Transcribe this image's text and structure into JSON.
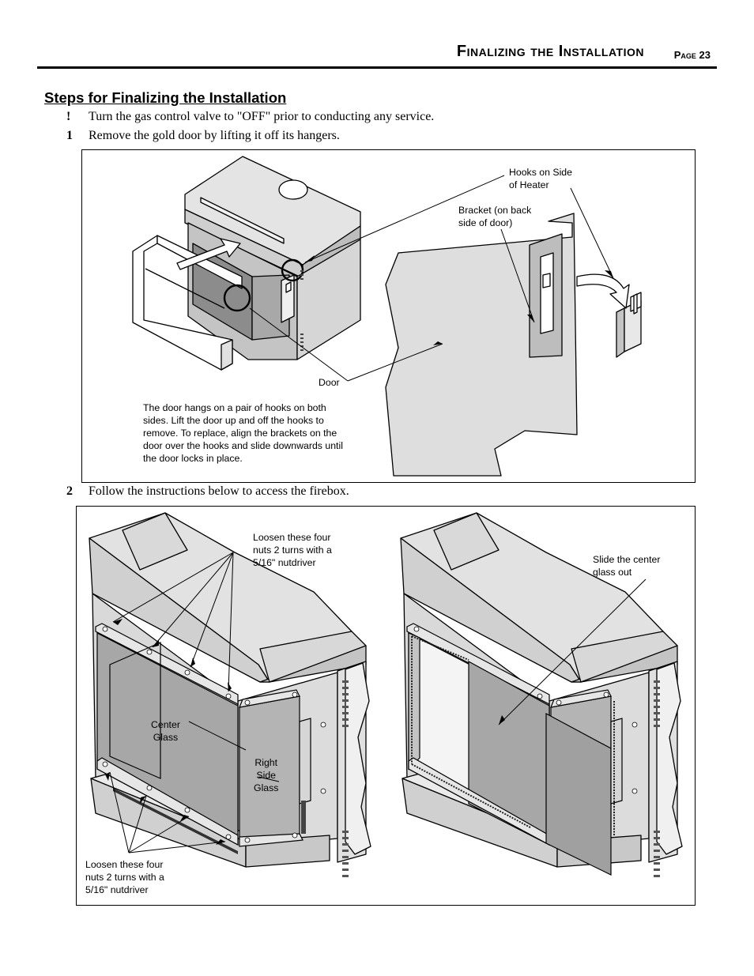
{
  "header": {
    "title": "Finalizing the Installation",
    "page": "Page 23"
  },
  "section_title": "Steps for Finalizing the Installation",
  "steps": [
    {
      "marker": "!",
      "text": "Turn the gas control valve to \"OFF\" prior to conducting any service."
    },
    {
      "marker": "1",
      "text": "Remove the gold door by lifting it off its hangers."
    },
    {
      "marker": "2",
      "text": "Follow the instructions below to access the firebox."
    }
  ],
  "figure1": {
    "labels": {
      "hooks": "Hooks on Side\nof Heater",
      "bracket": "Bracket (on back\nside of door)",
      "door": "Door",
      "caption": "The door hangs on a pair of hooks on both\nsides.  Lift the door up and off the hooks to\nremove.  To replace, align the brackets on the\ndoor over the hooks and slide downwards until\nthe door locks in place."
    }
  },
  "figure2": {
    "labels": {
      "loosen_top": "Loosen these four\nnuts 2 turns with a\n5/16\" nutdriver",
      "loosen_bottom": "Loosen these four\nnuts 2 turns with a\n5/16\" nutdriver",
      "center_glass": "Center\nGlass",
      "right_side_glass": "Right\nSide\nGlass",
      "slide_center": "Slide the center\nglass out"
    }
  }
}
